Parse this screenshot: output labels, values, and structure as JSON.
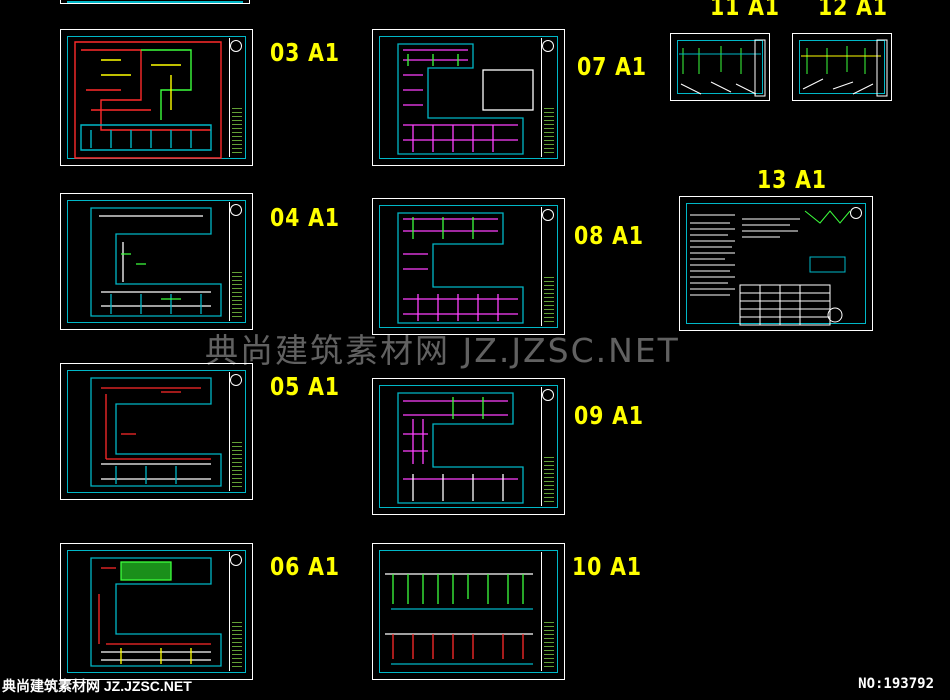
{
  "sheets": [
    {
      "id": "03",
      "label": "03 A1",
      "style": "red-plan"
    },
    {
      "id": "04",
      "label": "04 A1",
      "style": "cyan-plan"
    },
    {
      "id": "05",
      "label": "05 A1",
      "style": "red-plan"
    },
    {
      "id": "06",
      "label": "06 A1",
      "style": "mixed-plan"
    },
    {
      "id": "07",
      "label": "07 A1",
      "style": "magenta-plan"
    },
    {
      "id": "08",
      "label": "08 A1",
      "style": "magenta-plan"
    },
    {
      "id": "09",
      "label": "09 A1",
      "style": "magenta-plan"
    },
    {
      "id": "10",
      "label": "10 A1",
      "style": "schematic"
    },
    {
      "id": "11",
      "label": "11 A1",
      "style": "detail"
    },
    {
      "id": "12",
      "label": "12 A1",
      "style": "detail"
    },
    {
      "id": "13",
      "label": "13 A1",
      "style": "notes"
    }
  ],
  "watermark": "典尚建筑素材网 JZ.JZSC.NET",
  "footer": {
    "site_name": "典尚建筑素材网 JZ.JZSC.NET",
    "number": "NO:193792"
  },
  "colors": {
    "background": "#000000",
    "frame": "#ffffff",
    "border": "#00b7c7",
    "label": "#ffff00",
    "red": "#ff2a2a",
    "green": "#3cff3c",
    "magenta": "#ff40ff"
  }
}
